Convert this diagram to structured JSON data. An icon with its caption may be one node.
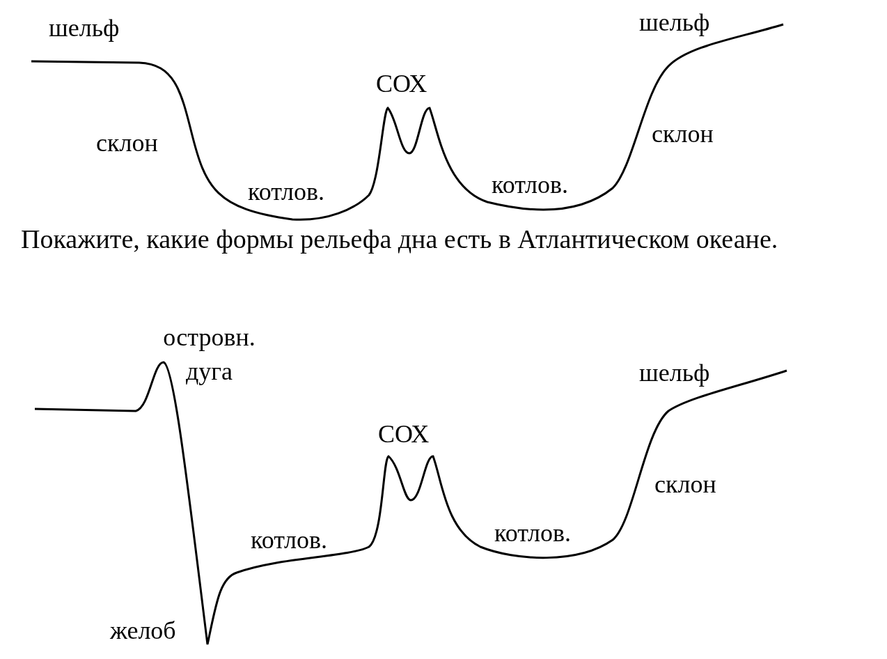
{
  "diagram": {
    "labels": [
      "шельф",
      "шельф",
      "СОХ",
      "склон",
      "склон",
      "котлов.",
      "котлов.",
      "Покажите, какие формы рельефа дна есть в Атлантическом океане.",
      "островн. дуга",
      "шельф",
      "СОХ",
      "склон",
      "котлов.",
      "котлов.",
      "желоб"
    ]
  }
}
